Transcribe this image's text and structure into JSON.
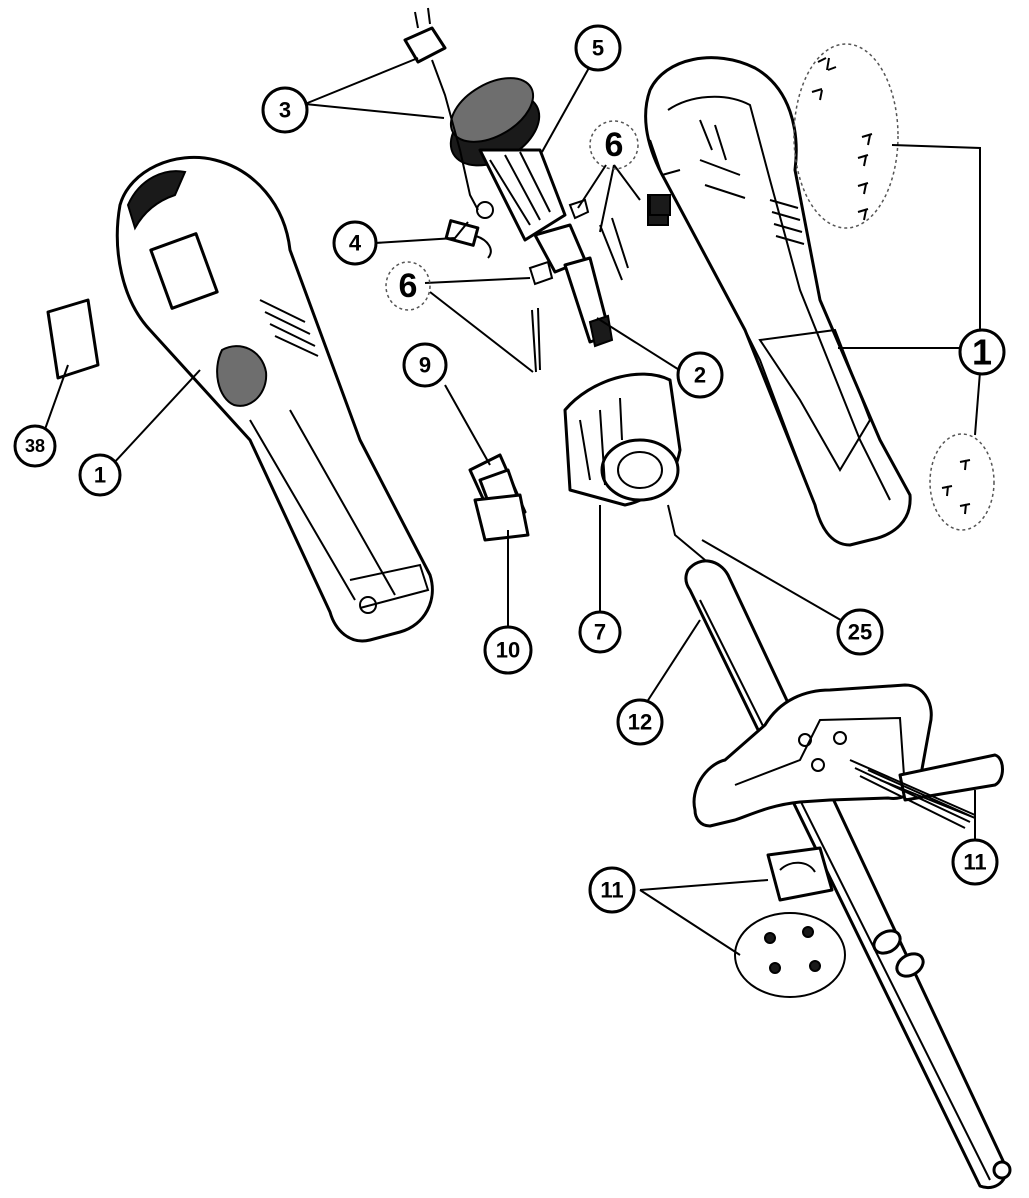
{
  "callouts": {
    "c1_left": "1",
    "c1_right": "1",
    "c2": "2",
    "c3": "3",
    "c4": "4",
    "c5": "5",
    "c6_top": "6",
    "c6_mid": "6",
    "c7": "7",
    "c9": "9",
    "c10": "10",
    "c11_right": "11",
    "c11_left": "11",
    "c12": "12",
    "c25": "25",
    "c38": "38"
  }
}
